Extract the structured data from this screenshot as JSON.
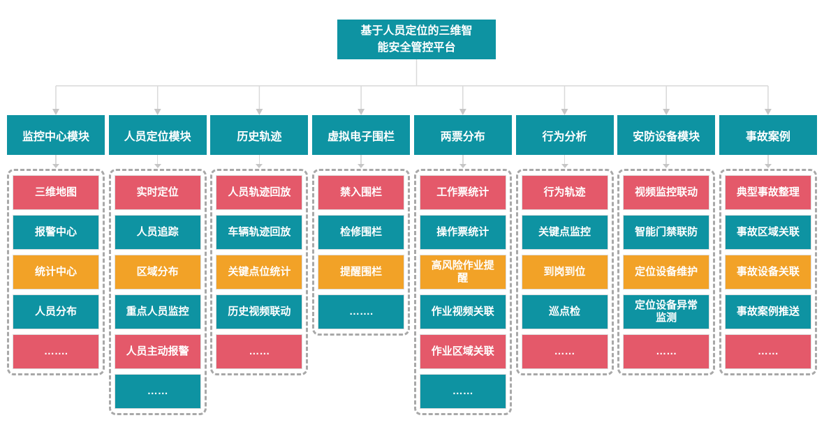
{
  "title": {
    "text": "基于人员定位的三维智\n能安全管控平台"
  },
  "palette": {
    "teal": "#0e93a2",
    "red": "#e4596a",
    "orange": "#f2a227",
    "connector_line": "#d9d9d9",
    "arrow": "#c6c6c6",
    "dashed_border": "#a8a8a8"
  },
  "columns": [
    {
      "header": "监控中心模块",
      "items": [
        {
          "label": "三维地图",
          "color": "red"
        },
        {
          "label": "报警中心",
          "color": "teal"
        },
        {
          "label": "统计中心",
          "color": "orange"
        },
        {
          "label": "人员分布",
          "color": "teal"
        },
        {
          "label": "…….",
          "color": "red"
        }
      ]
    },
    {
      "header": "人员定位模块",
      "items": [
        {
          "label": "实时定位",
          "color": "red"
        },
        {
          "label": "人员追踪",
          "color": "teal"
        },
        {
          "label": "区域分布",
          "color": "orange"
        },
        {
          "label": "重点人员监控",
          "color": "teal"
        },
        {
          "label": "人员主动报警",
          "color": "red"
        },
        {
          "label": "……",
          "color": "teal"
        }
      ]
    },
    {
      "header": "历史轨迹",
      "items": [
        {
          "label": "人员轨迹回放",
          "color": "red"
        },
        {
          "label": "车辆轨迹回放",
          "color": "teal"
        },
        {
          "label": "关键点位统计",
          "color": "orange"
        },
        {
          "label": "历史视频联动",
          "color": "teal"
        },
        {
          "label": "……",
          "color": "red"
        }
      ]
    },
    {
      "header": "虚拟电子围栏",
      "items": [
        {
          "label": "禁入围栏",
          "color": "red"
        },
        {
          "label": "检修围栏",
          "color": "teal"
        },
        {
          "label": "提醒围栏",
          "color": "orange"
        },
        {
          "label": "…….",
          "color": "teal"
        }
      ]
    },
    {
      "header": "两票分布",
      "items": [
        {
          "label": "工作票统计",
          "color": "red"
        },
        {
          "label": "操作票统计",
          "color": "teal"
        },
        {
          "label": "高风险作业提\n醒",
          "color": "orange"
        },
        {
          "label": "作业视频关联",
          "color": "teal"
        },
        {
          "label": "作业区域关联",
          "color": "red"
        },
        {
          "label": "……",
          "color": "teal"
        }
      ]
    },
    {
      "header": "行为分析",
      "items": [
        {
          "label": "行为轨迹",
          "color": "red"
        },
        {
          "label": "关键点监控",
          "color": "teal"
        },
        {
          "label": "到岗到位",
          "color": "orange"
        },
        {
          "label": "巡点检",
          "color": "teal"
        },
        {
          "label": "……",
          "color": "red"
        }
      ]
    },
    {
      "header": "安防设备模块",
      "items": [
        {
          "label": "视频监控联动",
          "color": "red"
        },
        {
          "label": "智能门禁联防",
          "color": "teal"
        },
        {
          "label": "定位设备维护",
          "color": "orange"
        },
        {
          "label": "定位设备异常\n监测",
          "color": "teal"
        },
        {
          "label": "……",
          "color": "red"
        }
      ]
    },
    {
      "header": "事故案例",
      "items": [
        {
          "label": "典型事故整理",
          "color": "red"
        },
        {
          "label": "事故区域关联",
          "color": "teal"
        },
        {
          "label": "事故设备关联",
          "color": "orange"
        },
        {
          "label": "事故案例推送",
          "color": "teal"
        },
        {
          "label": "……",
          "color": "red"
        }
      ]
    }
  ]
}
